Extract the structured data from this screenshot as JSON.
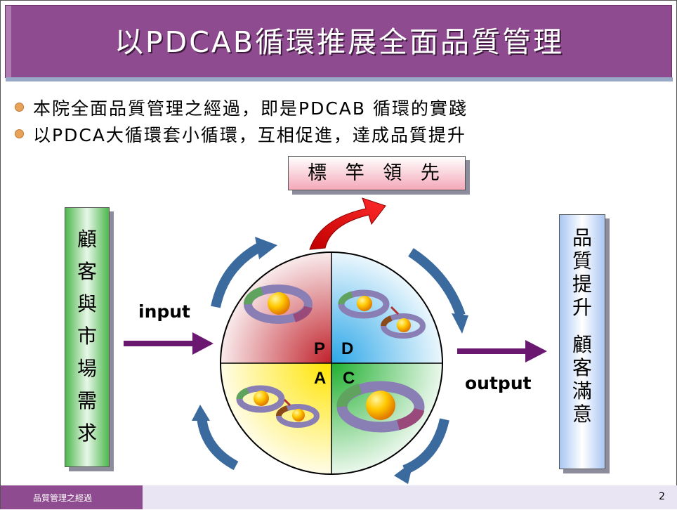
{
  "title": "以PDCAB循環推展全面品質管理",
  "bullets": [
    "本院全面品質管理之經過，即是PDCAB 循環的實踐",
    "以PDCA大循環套小循環，互相促進，達成品質提升"
  ],
  "top_box": "標 竿 領 先",
  "left_box": [
    "顧",
    "客",
    "與",
    "市",
    "場",
    "需",
    "求"
  ],
  "right_box": [
    "品",
    "質",
    "提",
    "升",
    "",
    "顧",
    "客",
    "滿",
    "意"
  ],
  "input_label": "input",
  "output_label": "output",
  "quadrants": {
    "p": "P",
    "d": "D",
    "a": "A",
    "c": "C"
  },
  "footer": {
    "left": "品質管理之經過",
    "page": "2"
  },
  "colors": {
    "title_bg": "#8e4b8f",
    "arrow_purple": "#6a1870",
    "cycle_blue": "#3a6a9e",
    "up_arrow_red": "#e01010"
  }
}
